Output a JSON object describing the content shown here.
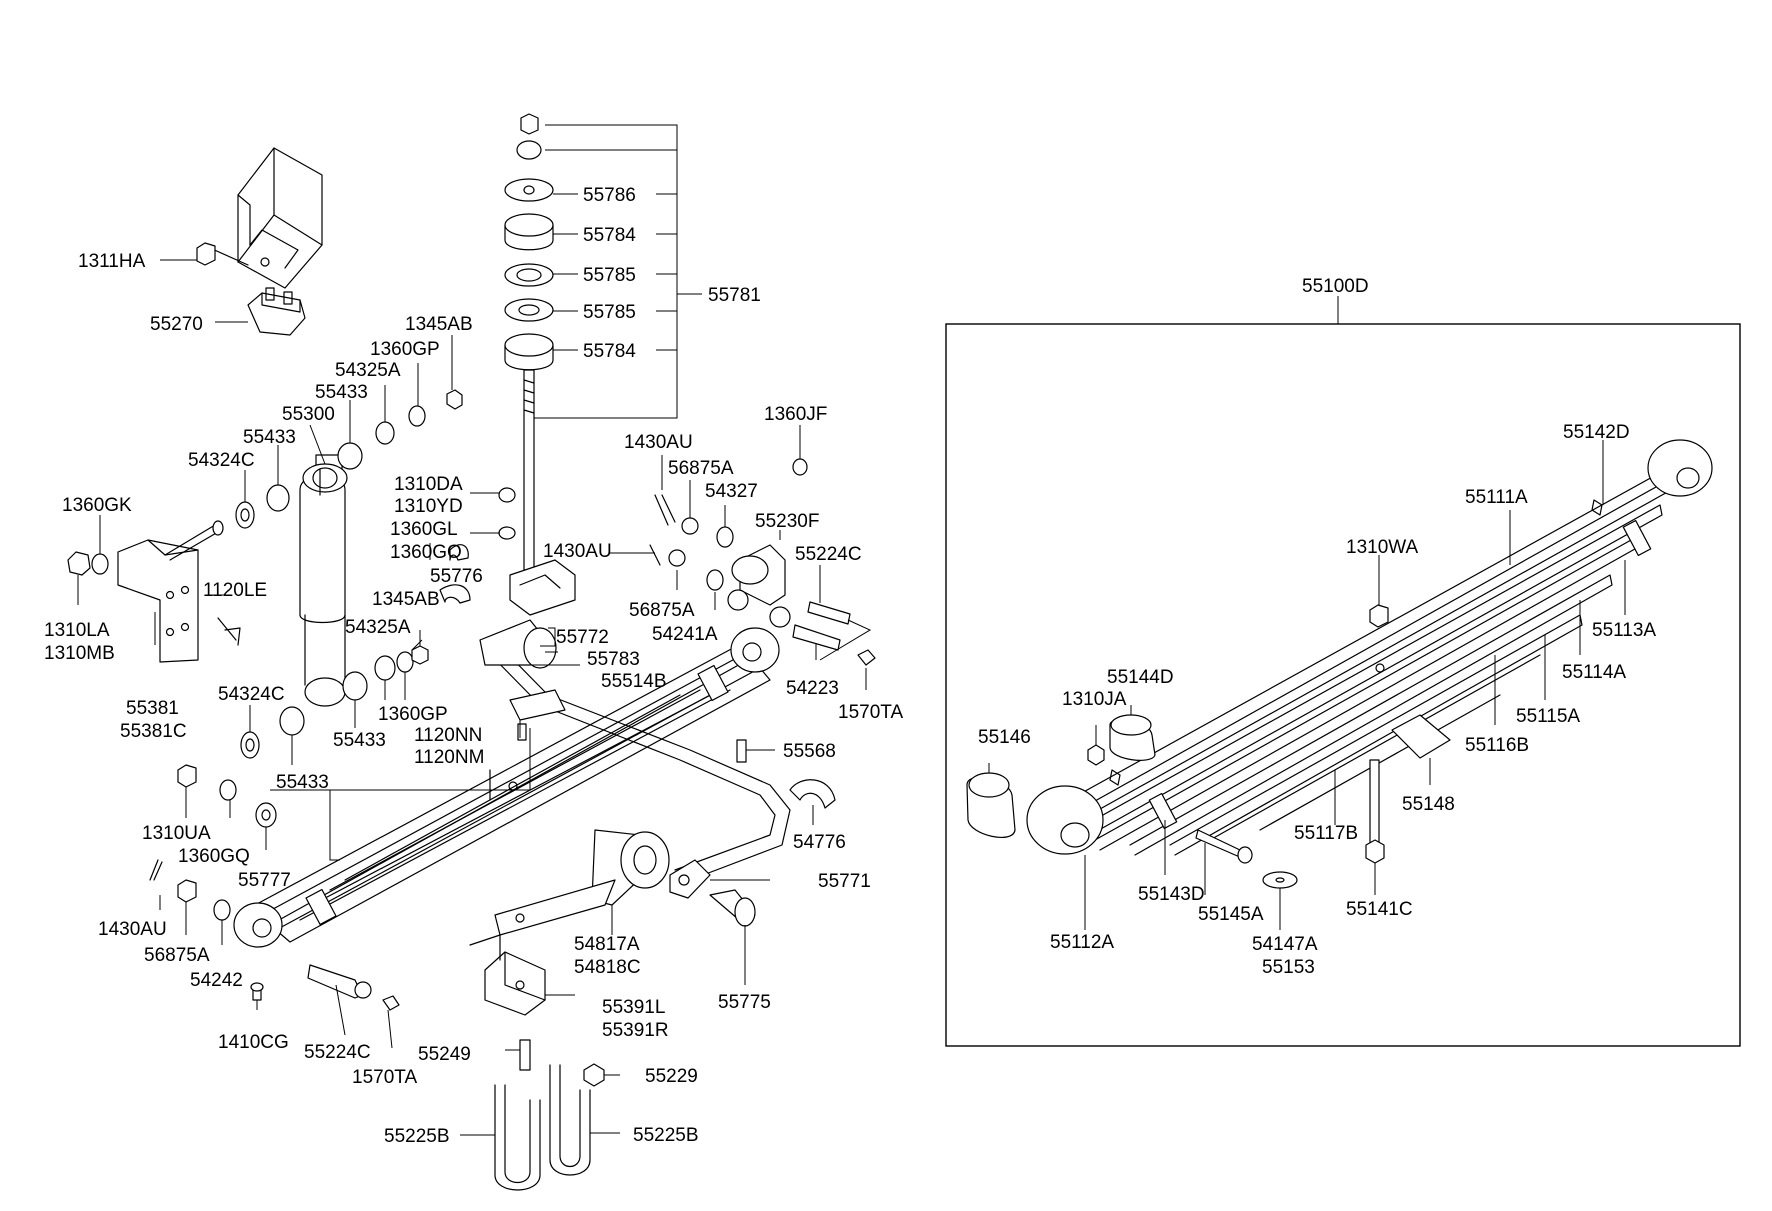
{
  "diagram": {
    "assembly_label": "55100D",
    "labels": {
      "l_1311HA": "1311HA",
      "l_55270": "55270",
      "l_1345AB_a": "1345AB",
      "l_1360GP_a": "1360GP",
      "l_54325A_a": "54325A",
      "l_55433_a": "55433",
      "l_55300": "55300",
      "l_55433_b": "55433",
      "l_54324C_a": "54324C",
      "l_1360GK": "1360GK",
      "l_1120LE": "1120LE",
      "l_1310LA": "1310LA",
      "l_1310MB": "1310MB",
      "l_55381": "55381",
      "l_55381C": "55381C",
      "l_54324C_b": "54324C",
      "l_55433_c": "55433",
      "l_1310UA": "1310UA",
      "l_1360GQ": "1360GQ",
      "l_55777": "55777",
      "l_1430AU_c": "1430AU",
      "l_56875A_c": "56875A",
      "l_54242": "54242",
      "l_1410CG": "1410CG",
      "l_55224C_b": "55224C",
      "l_1570TA_b": "1570TA",
      "l_55786": "55786",
      "l_55784_a": "55784",
      "l_55785_a": "55785",
      "l_55785_b": "55785",
      "l_55784_b": "55784",
      "l_55781": "55781",
      "l_1310DA": "1310DA",
      "l_1310YD": "1310YD",
      "l_1360GL": "1360GL",
      "l_1360GO": "1360GO",
      "l_55776": "55776",
      "l_1345AB_b": "1345AB",
      "l_54325A_b": "54325A",
      "l_55433_d": "55433",
      "l_1360GP_b": "1360GP",
      "l_1120NN": "1120NN",
      "l_1120NM": "1120NM",
      "l_55772": "55772",
      "l_55783": "55783",
      "l_55514B": "55514B",
      "l_1430AU_a": "1430AU",
      "l_56875A_a": "56875A",
      "l_54327": "54327",
      "l_1430AU_b": "1430AU",
      "l_56875A_b": "56875A",
      "l_54241A": "54241A",
      "l_1360JF": "1360JF",
      "l_55230F": "55230F",
      "l_55224C_a": "55224C",
      "l_54223": "54223",
      "l_1570TA_a": "1570TA",
      "l_55568": "55568",
      "l_54776": "54776",
      "l_55771": "55771",
      "l_55775": "55775",
      "l_54817A": "54817A",
      "l_54818C": "54818C",
      "l_55391L": "55391L",
      "l_55391R": "55391R",
      "l_55249": "55249",
      "l_55229": "55229",
      "l_55225B_a": "55225B",
      "l_55225B_b": "55225B",
      "l_55142D": "55142D",
      "l_55111A": "55111A",
      "l_1310WA": "1310WA",
      "l_55113A": "55113A",
      "l_55114A": "55114A",
      "l_55115A": "55115A",
      "l_55116B": "55116B",
      "l_55144D": "55144D",
      "l_1310JA": "1310JA",
      "l_55146": "55146",
      "l_55148": "55148",
      "l_55117B": "55117B",
      "l_55143D": "55143D",
      "l_55145A": "55145A",
      "l_55141C": "55141C",
      "l_54147A": "54147A",
      "l_55153": "55153",
      "l_55112A": "55112A"
    }
  }
}
